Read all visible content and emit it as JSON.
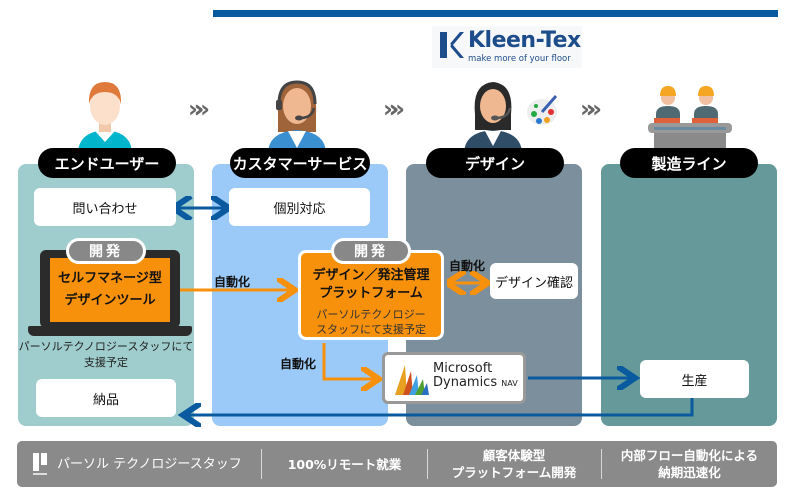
{
  "brand": {
    "name": "Kleen-Tex",
    "tagline": "make more of your floor",
    "bar_color": "#0a5aa0"
  },
  "columns": [
    {
      "title": "エンドユーザー",
      "icon": "end-user-person-icon",
      "color": "#9fcccc"
    },
    {
      "title": "カスタマーサービス",
      "icon": "customer-service-operator-icon",
      "color": "#9ccaf8"
    },
    {
      "title": "デザイン",
      "icon": "designer-operator-icon",
      "color": "#7c8f9c"
    },
    {
      "title": "製造ライン",
      "icon": "factory-workers-icon",
      "color": "#669999"
    }
  ],
  "flow_chevron": "»»",
  "end_user": {
    "inquiry": "問い合わせ",
    "dev_tag": "開発",
    "tool_line1": "セルフマネージ型",
    "tool_line2": "デザインツール",
    "note_line1": "パーソルテクノロジースタッフにて",
    "note_line2": "支援予定",
    "delivery": "納品"
  },
  "customer_service": {
    "individual": "個別対応",
    "dev_tag": "開発",
    "platform_line1": "デザイン／発注管理",
    "platform_line2": "プラットフォーム",
    "platform_note1": "パーソルテクノロジー",
    "platform_note2": "スタッフにて支援予定"
  },
  "design": {
    "confirm": "デザイン確認"
  },
  "manufacturing": {
    "production": "生産"
  },
  "arrow_labels": {
    "auto1": "自動化",
    "auto2": "自動化",
    "auto3": "自動化"
  },
  "erp": {
    "line1": "Microsoft",
    "line2": "Dynamics",
    "suffix": "NAV"
  },
  "colors": {
    "orange": "#f7900b",
    "blue_arrow": "#0a5aa0"
  },
  "footer": {
    "company": "パーソル テクノロジースタッフ",
    "logo_small": "PERSOL",
    "items": [
      {
        "line1": "100%リモート就業",
        "line2": ""
      },
      {
        "line1": "顧客体験型",
        "line2": "プラットフォーム開発"
      },
      {
        "line1": "内部フロー自動化による",
        "line2": "納期迅速化"
      }
    ]
  }
}
